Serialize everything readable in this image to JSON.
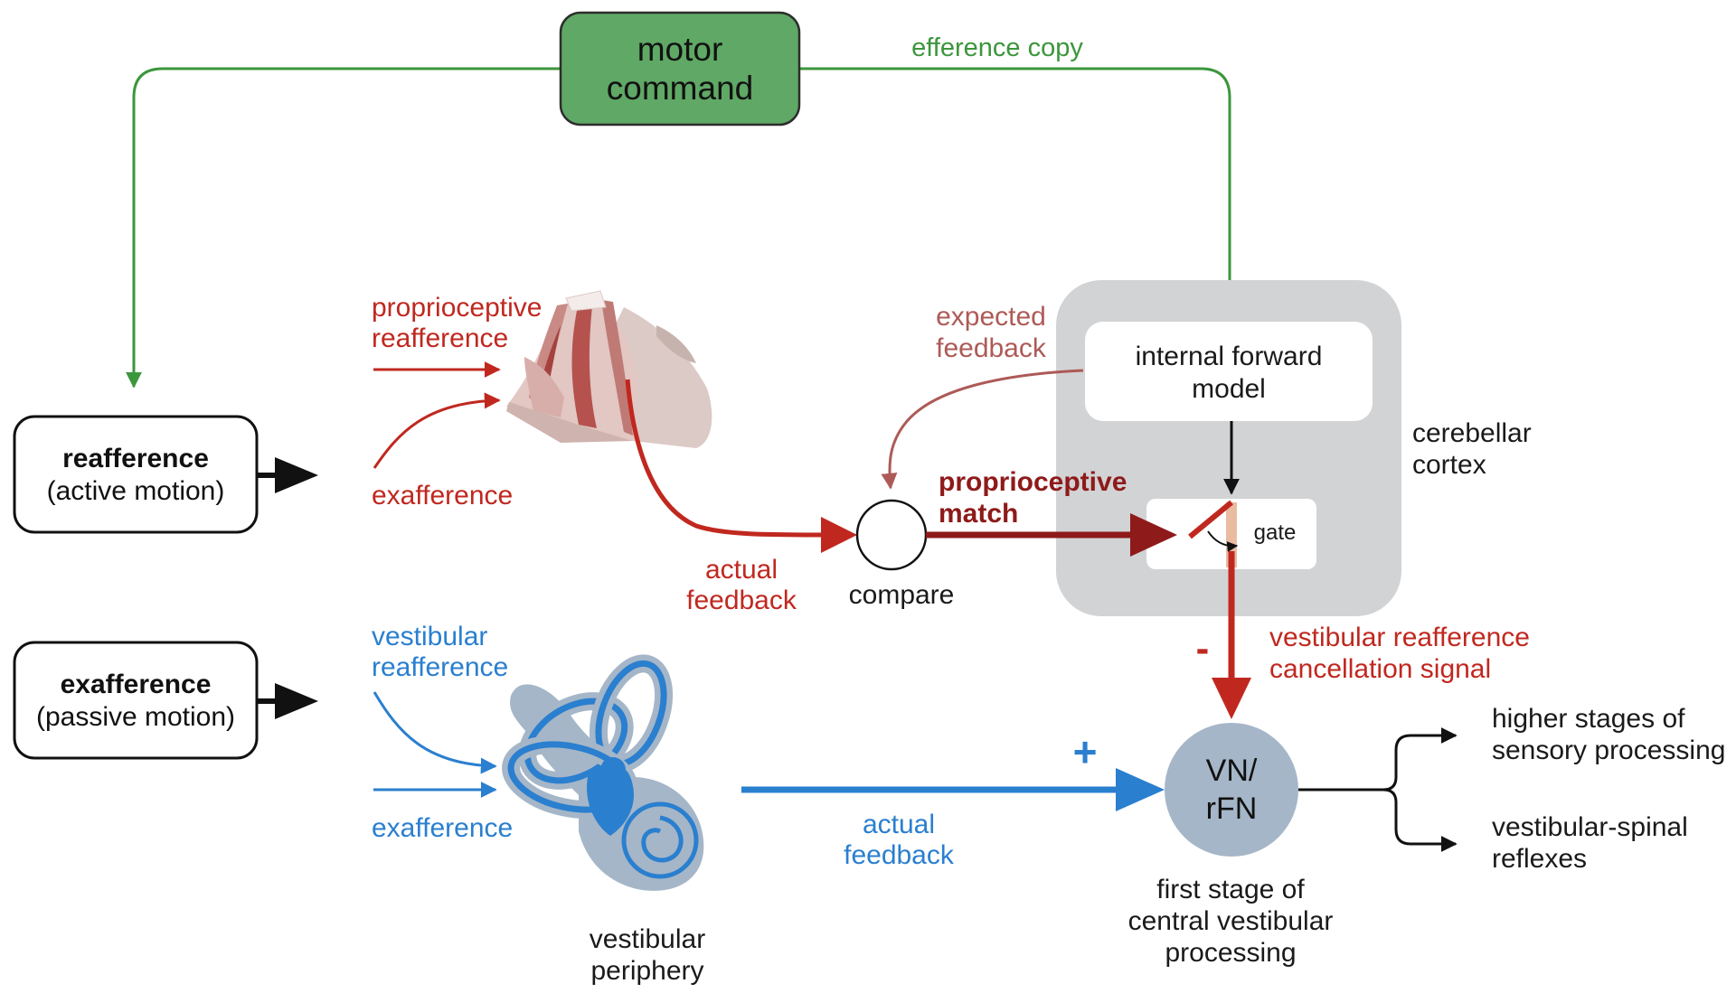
{
  "motor_command": {
    "line1": "motor",
    "line2": "command"
  },
  "efference_copy": "efference copy",
  "reafference_box": {
    "title": "reafference",
    "subtitle": "(active motion)"
  },
  "exafference_box": {
    "title": "exafference",
    "subtitle": "(passive motion)"
  },
  "proprioceptive": {
    "reafference_line1": "proprioceptive",
    "reafference_line2": "reafference",
    "exafference": "exafference",
    "actual_feedback_line1": "actual",
    "actual_feedback_line2": "feedback",
    "match_line1": "proprioceptive",
    "match_line2": "match"
  },
  "expected_feedback": {
    "line1": "expected",
    "line2": "feedback"
  },
  "compare": "compare",
  "internal_model": {
    "line1": "internal forward",
    "line2": "model"
  },
  "cerebellar_cortex": {
    "line1": "cerebellar",
    "line2": "cortex"
  },
  "gate": "gate",
  "cancellation": {
    "line1": "vestibular reafference",
    "line2": "cancellation signal",
    "sign": "-"
  },
  "vestibular": {
    "reafference_line1": "vestibular",
    "reafference_line2": "reafference",
    "exafference": "exafference",
    "actual_feedback_line1": "actual",
    "actual_feedback_line2": "feedback",
    "plus_sign": "+",
    "periphery_line1": "vestibular",
    "periphery_line2": "periphery"
  },
  "vn_node": {
    "line1": "VN/",
    "line2": "rFN"
  },
  "first_stage": {
    "line1": "first stage of",
    "line2": "central vestibular",
    "line3": "processing"
  },
  "outputs": {
    "higher_line1": "higher stages of",
    "higher_line2": "sensory processing",
    "reflex_line1": "vestibular-spinal",
    "reflex_line2": "reflexes"
  },
  "colors": {
    "green": "#3c963c",
    "green_fill": "#5fa865",
    "red": "#c0281f",
    "dark_red": "#8e1a1a",
    "mauve": "#ad5a57",
    "blue": "#2a7fcf",
    "cerebellum_gray": "#d2d3d5",
    "node_gray": "#a5b6c8"
  }
}
